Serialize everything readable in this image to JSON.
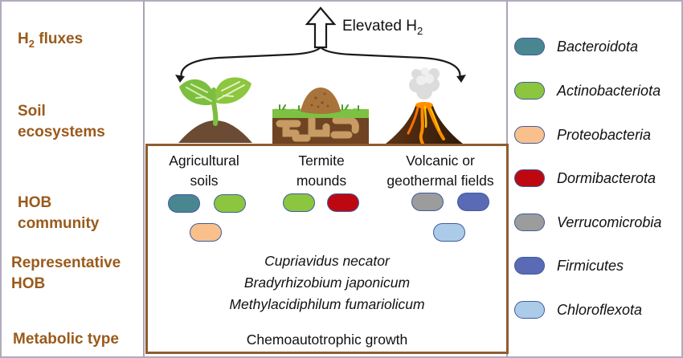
{
  "colors": {
    "label_brown": "#9A5A1B",
    "box_border": "#8E5C30",
    "frame_border": "#B2AABC",
    "pill_border": "#3E5C9E",
    "phylum": {
      "Bacteroidota": "#4A8690",
      "Actinobacteriota": "#8CC63E",
      "Proteobacteria": "#F9C08C",
      "Dormibacterota": "#BE0811",
      "Verrucomicrobia": "#9C9C9C",
      "Firmicutes": "#5A6AB4",
      "Chloroflexota": "#ABCBE9"
    }
  },
  "rows": {
    "h2_fluxes": {
      "pre": "H",
      "sub": "2",
      "post": " fluxes"
    },
    "soil_ecosystems": "Soil ecosystems",
    "hob_community": "HOB community",
    "representative_hob": "Representative HOB",
    "metabolic_type": "Metabolic type"
  },
  "flux": {
    "elevated_pre": "Elevated H",
    "elevated_sub": "2"
  },
  "ecosystems": [
    {
      "name": "Agricultural soils"
    },
    {
      "name": "Termite mounds"
    },
    {
      "name": "Volcanic or geothermal fields"
    }
  ],
  "community": {
    "agricultural": [
      "Bacteroidota",
      "Actinobacteriota",
      "Proteobacteria"
    ],
    "termite": [
      "Actinobacteriota",
      "Dormibacterota"
    ],
    "volcanic": [
      "Verrucomicrobia",
      "Firmicutes",
      "Chloroflexota"
    ]
  },
  "representative_species": [
    "Cupriavidus necator",
    "Bradyrhizobium japonicum",
    "Methylacidiphilum fumariolicum"
  ],
  "metabolic_value": "Chemoautotrophic growth",
  "legend": [
    "Bacteroidota",
    "Actinobacteriota",
    "Proteobacteria",
    "Dormibacterota",
    "Verrucomicrobia",
    "Firmicutes",
    "Chloroflexota"
  ]
}
